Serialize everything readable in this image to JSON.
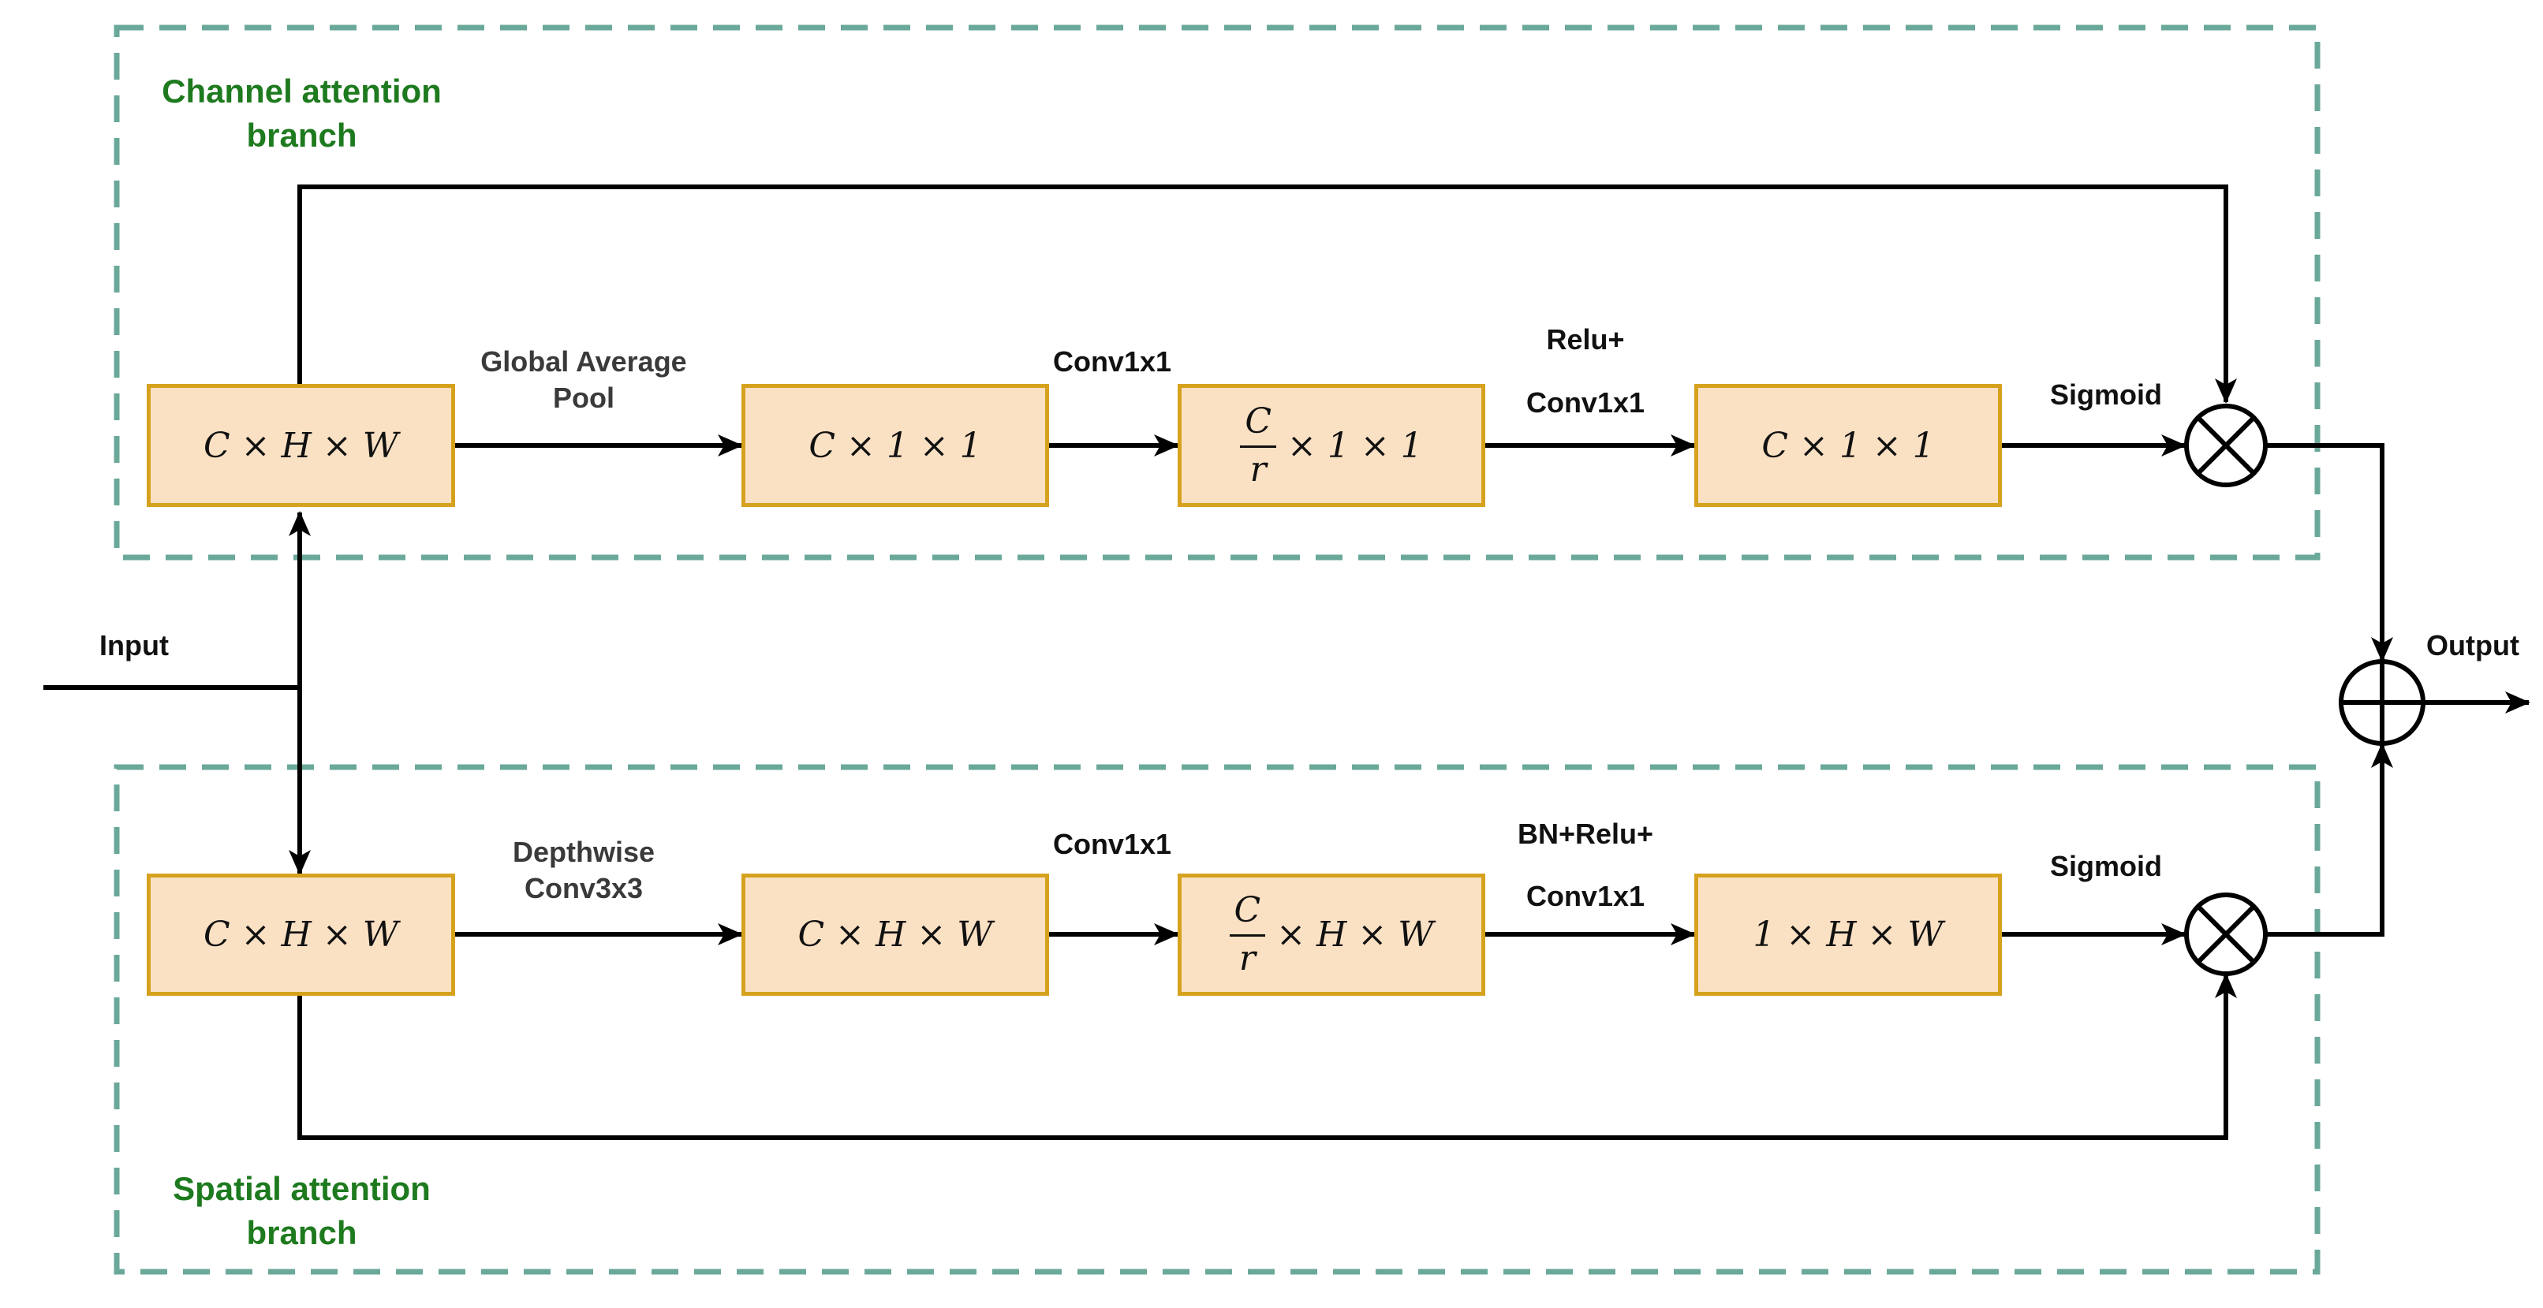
{
  "branches": {
    "channel": {
      "label": "Channel attention\nbranch"
    },
    "spatial": {
      "label": "Spatial attention\nbranch"
    }
  },
  "io": {
    "input": "Input",
    "output": "Output"
  },
  "channel_path": {
    "boxes": [
      "C × H × W",
      "C × 1 × 1",
      "× 1 × 1",
      "C × 1 × 1"
    ],
    "frac": {
      "num": "C",
      "den": "r"
    },
    "ops": [
      "Global Average\nPool",
      "Conv1x1",
      "Relu+",
      "Conv1x1",
      "Sigmoid"
    ]
  },
  "spatial_path": {
    "boxes": [
      "C × H × W",
      "C × H × W",
      "× H × W",
      "1 × H × W"
    ],
    "frac": {
      "num": "C",
      "den": "r"
    },
    "ops": [
      "Depthwise\nConv3x3",
      "Conv1x1",
      "BN+Relu+",
      "Conv1x1",
      "Sigmoid"
    ]
  },
  "colors": {
    "branch_border": "#6aa89a",
    "branch_label": "#1e7a1e",
    "box_fill": "#fbe1c4",
    "box_border": "#d6a21e",
    "line": "#000000"
  },
  "icons": {
    "multiply": "circle-times-icon",
    "add": "circle-plus-icon"
  }
}
